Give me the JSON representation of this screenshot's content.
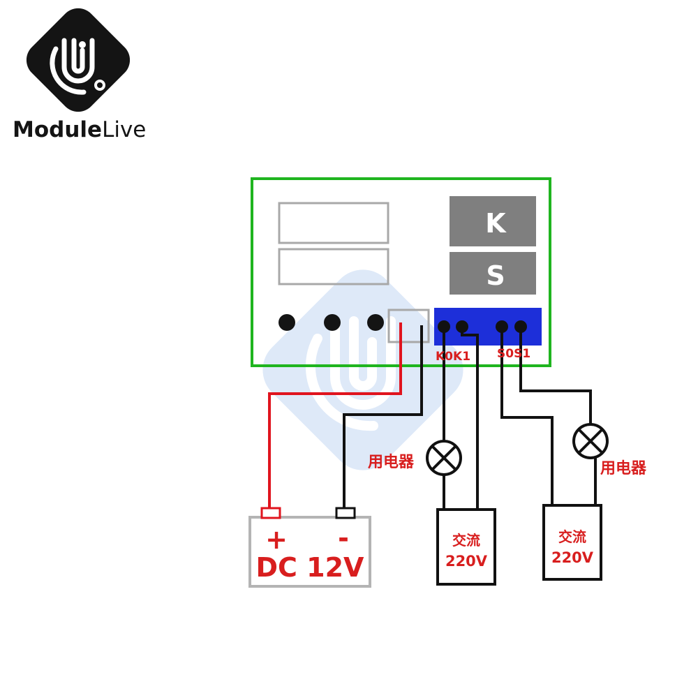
{
  "logo": {
    "brand": "ModuleLive",
    "brand_part1": "Module",
    "brand_part2": "Live"
  },
  "controller": {
    "button_k": "K",
    "button_s": "S",
    "terminals": {
      "k0": "K0",
      "k1": "K1",
      "s0": "S0",
      "s1": "S1"
    }
  },
  "loads": {
    "left_label": "用电器",
    "right_label": "用电器"
  },
  "ac_sources": [
    {
      "line1": "交流",
      "line2": "220V"
    },
    {
      "line1": "交流",
      "line2": "220V"
    }
  ],
  "dc_supply": {
    "plus": "+",
    "minus": "-",
    "label": "DC 12V"
  },
  "colors": {
    "board_border": "#1fb51f",
    "button_fill": "#7f7f7f",
    "terminal_block": "#1d2fd9",
    "positive_wire": "#e0141e",
    "label_red": "#d81e1e",
    "wire": "#111111",
    "watermark": "#c9dcf4"
  }
}
